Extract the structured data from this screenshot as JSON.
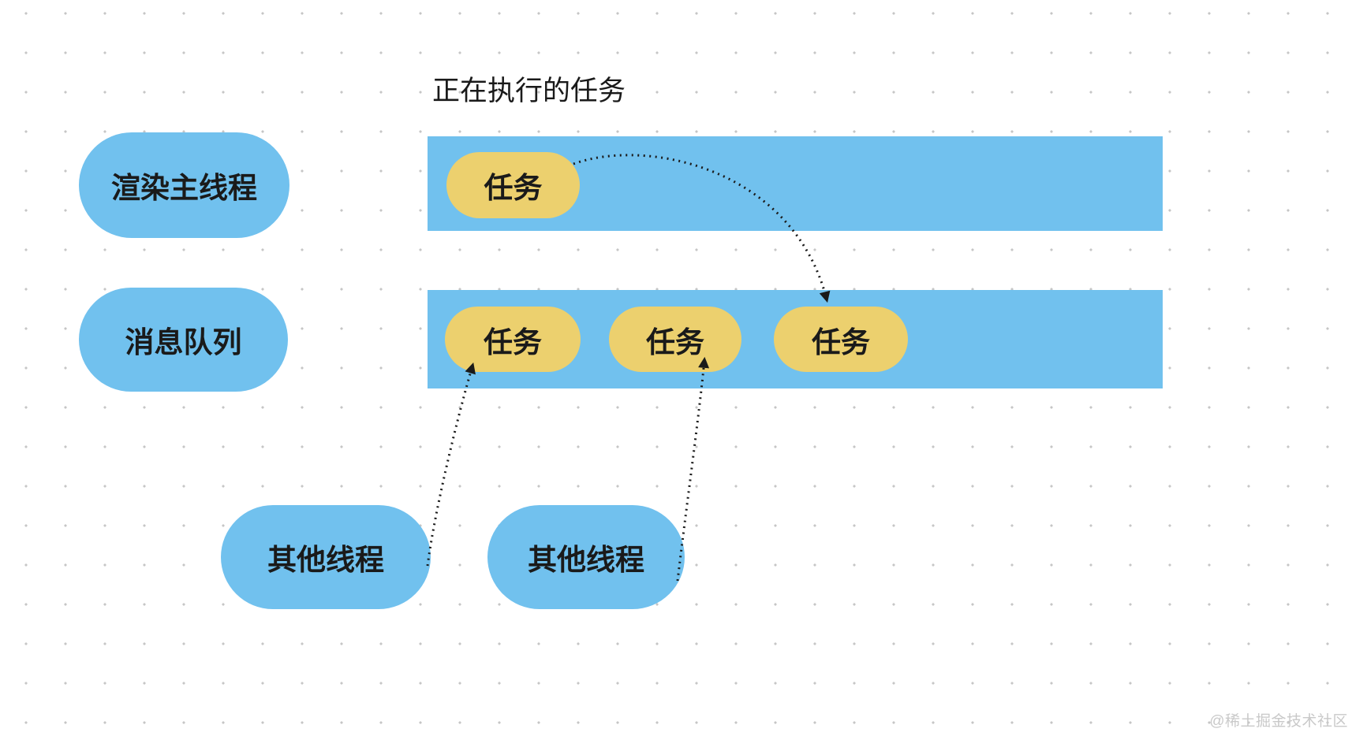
{
  "diagram": {
    "title": "正在执行的任务",
    "nodes": {
      "render_main_thread": {
        "label": "渲染主线程"
      },
      "message_queue": {
        "label": "消息队列"
      },
      "executing_task": {
        "label": "任务"
      },
      "queue_tasks": [
        {
          "label": "任务"
        },
        {
          "label": "任务"
        },
        {
          "label": "任务"
        }
      ],
      "other_threads": [
        {
          "label": "其他线程"
        },
        {
          "label": "其他线程"
        }
      ]
    },
    "arrows": [
      {
        "from": "executing-task",
        "to": "queue-task-3",
        "style": "dotted-curve"
      },
      {
        "from": "other-thread-1",
        "to": "queue-task-1",
        "style": "dotted"
      },
      {
        "from": "other-thread-2",
        "to": "queue-task-2",
        "style": "dotted"
      }
    ],
    "colors": {
      "bar_blue": "#71c1ee",
      "pill_yellow": "#ecd06e",
      "text": "#1a1a1a",
      "arrow": "#1a1a1a",
      "dot_grid": "#c6c6c6",
      "watermark": "#c9c9c9",
      "background": "#ffffff"
    },
    "watermark": "@稀土掘金技术社区"
  }
}
